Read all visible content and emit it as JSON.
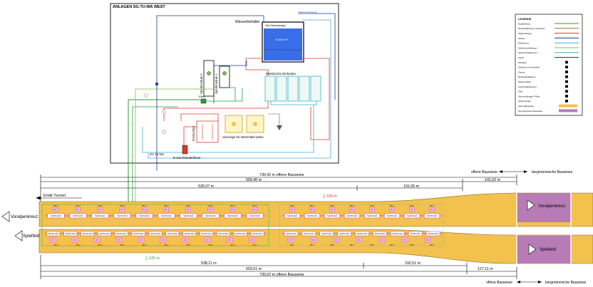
{
  "plan": {
    "box_title": "ANLAGEN SG-TU-WA WEST",
    "tank_title": "Wasserbehälter",
    "tank_volume": "V=200 m³",
    "tank_top_label": "Ober Wasserspiegel",
    "tank_inlet_label": "Wasserversorgung",
    "electrical_title": "Elektrische Einheiten",
    "pump_group_2": "Sprühmodule 2",
    "pump_group_1": "Sprühmodule 1",
    "filter_label": "Filter",
    "frost_label": "Frostschutz",
    "tanks_label": "Vorsorge für Netzmittel tanks",
    "sv_label": "SV 16 bar",
    "heater_label": "E-Durchlauferhitzer"
  },
  "legend": {
    "title": "LEGENDE",
    "items": [
      {
        "label": "Hauptleitung",
        "color": "#2e9e3a",
        "kind": "line"
      },
      {
        "label": "Rückspülleitung Frostschutz",
        "color": "#8b7d2a",
        "kind": "line"
      },
      {
        "label": "Wasserleitung",
        "color": "#d93a2a",
        "kind": "line"
      },
      {
        "label": "Abwas",
        "color": "#1a3a8c",
        "kind": "line"
      },
      {
        "label": "Entleerung",
        "color": "#5aa0d8",
        "kind": "line"
      },
      {
        "label": "Sprühmodulleitung 1",
        "color": "#7cc04a",
        "kind": "line"
      },
      {
        "label": "Sprühmodulleitung 2",
        "color": "#3ab4c8",
        "kind": "line"
      },
      {
        "label": "Kanal",
        "color": "#2a2a2a",
        "kind": "line"
      },
      {
        "label": "Schieber",
        "color": "#000000",
        "kind": "sym"
      },
      {
        "label": "Schieber mit E-Antrieb",
        "color": "#000000",
        "kind": "sym"
      },
      {
        "label": "Pumpe",
        "color": "#000000",
        "kind": "sym"
      },
      {
        "label": "Rückschlagklappe",
        "color": "#000000",
        "kind": "sym"
      },
      {
        "label": "Wasserzähler",
        "color": "#000000",
        "kind": "sym"
      },
      {
        "label": "E-Durchlauferhitzer",
        "color": "#000000",
        "kind": "sym"
      },
      {
        "label": "Filter",
        "color": "#000000",
        "kind": "sym"
      },
      {
        "label": "Schmutzfänger/Y-Filter",
        "color": "#000000",
        "kind": "sym"
      },
      {
        "label": "Sprühmodule",
        "color": "#000000",
        "kind": "sym"
      },
      {
        "label": "offene Bauweise",
        "color": "#f2c14e",
        "kind": "fill"
      },
      {
        "label": "bergmännische Bauweise",
        "color": "#b77bb5",
        "kind": "fill"
      }
    ]
  },
  "tunnel": {
    "dim_top": [
      "730,42 m offene Bauweise",
      "141,02 m",
      "569,40 m",
      "539,37 m",
      "191,05 m"
    ],
    "dim_bottom": [
      "538,11 m",
      "192,51 m",
      "603,51 m",
      "127,11 m",
      "730,62 m offene Bauweise"
    ],
    "end_tunnel": "Ende Tunnel",
    "offene": "offene Bauweise",
    "bergm": "bergmännische Bauweise",
    "portal_top": "Voralpenkreuz",
    "portal_bottom": "Spielfeld",
    "dist_1": "∑ 625 m",
    "dist_2": "∑ 625 m",
    "module_label": "Sprühmodul",
    "unit_label": "DV",
    "seg_label": "25 m"
  },
  "colors": {
    "green": "#2e9e3a",
    "red": "#d93a2a",
    "navy": "#1a3a8c",
    "lightblue": "#5aa0d8",
    "cyan": "#3ab4c8",
    "lime": "#7cc04a",
    "yellow": "#f2c14e",
    "purple": "#b77bb5",
    "magenta": "#d83ad8"
  }
}
